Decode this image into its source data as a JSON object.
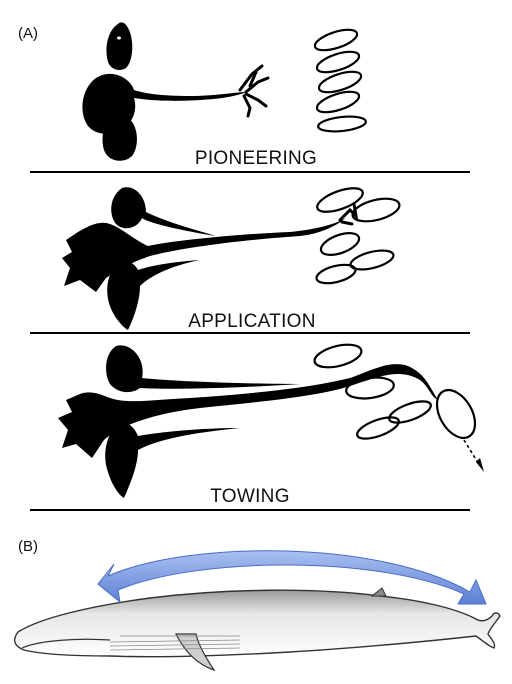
{
  "panel_a": {
    "label": "(A)",
    "stages": [
      {
        "name": "PIONEERING"
      },
      {
        "name": "APPLICATION"
      },
      {
        "name": "TOWING"
      }
    ]
  },
  "panel_b": {
    "label": "(B)"
  },
  "colors": {
    "ink": "#000000",
    "arrow": "#7f9fe0",
    "arrow_edge": "#4a6cc4",
    "whale": "#d9d9d9"
  }
}
